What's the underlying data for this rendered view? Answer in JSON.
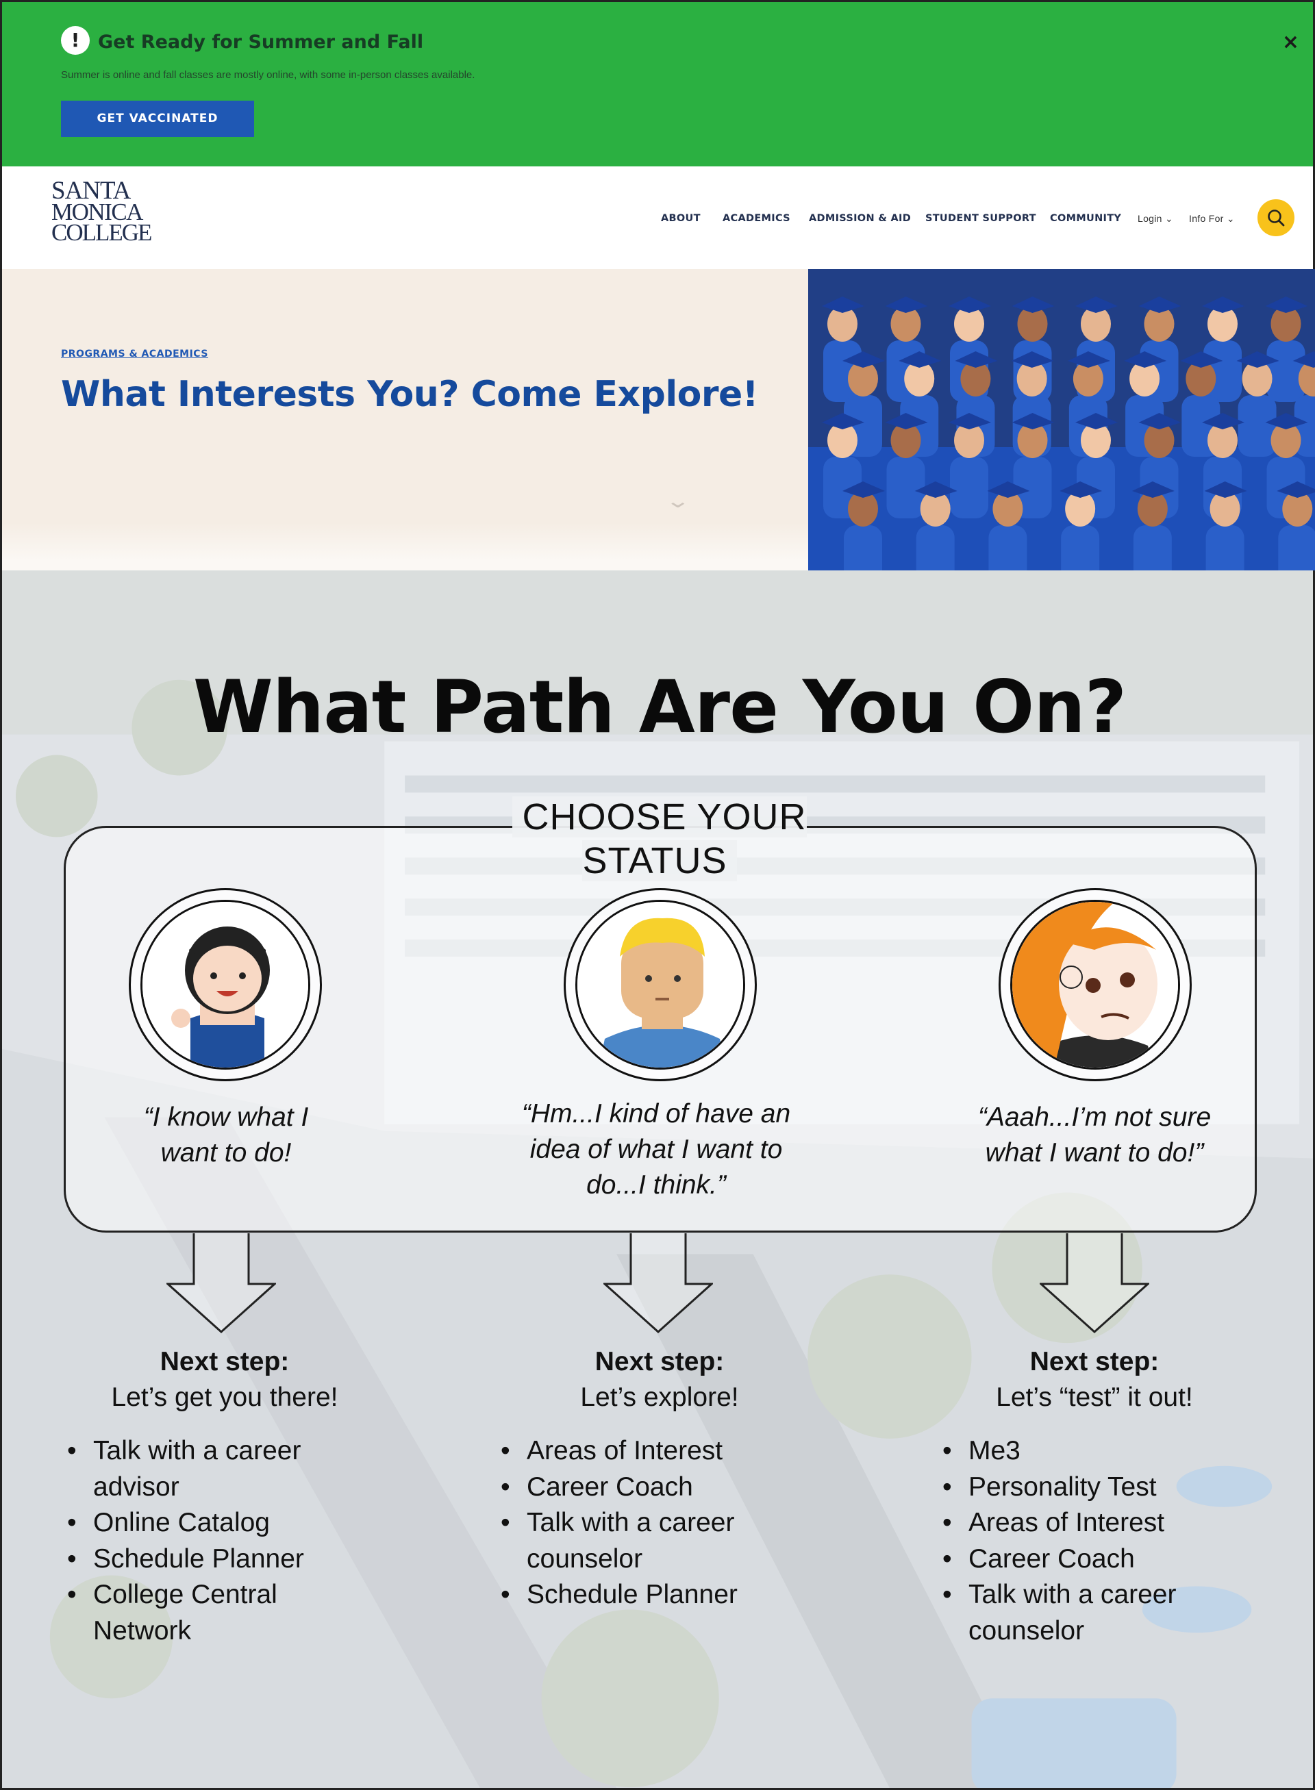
{
  "alert": {
    "icon": "!",
    "icon_name": "exclamation-icon",
    "title": "Get Ready for Summer and Fall",
    "text": "Summer is online and fall classes are mostly online, with some in-person classes available.",
    "button": "GET VACCINATED",
    "close": "×",
    "bg_color": "#2bb041",
    "button_color": "#1f58b4"
  },
  "header": {
    "logo": {
      "line1": "SANTA",
      "line2": "MONICA",
      "line3": "COLLEGE"
    },
    "nav": [
      {
        "label": "ABOUT"
      },
      {
        "label": "ACADEMICS"
      },
      {
        "label": "ADMISSION & AID"
      },
      {
        "label": "STUDENT SUPPORT"
      },
      {
        "label": "COMMUNITY"
      },
      {
        "label": "Login ⌄"
      },
      {
        "label": "Info For ⌄"
      }
    ],
    "search_icon": "search-icon",
    "accent_color": "#f8c21b"
  },
  "hero": {
    "breadcrumb": "PROGRAMS & ACADEMICS",
    "title": "What Interests You? Come Explore!",
    "chevron": "⌄",
    "title_color": "#154a9c"
  },
  "infographic": {
    "title": "What Path Are You On?",
    "status_label": "CHOOSE YOUR STATUS",
    "columns": [
      {
        "quote_line1": "“I know what I",
        "quote_line2": "want to do!",
        "step_title": "Next step:",
        "step_sub": "Let’s get you there!",
        "items": [
          "Talk with a career",
          "advisor",
          "Online Catalog",
          "Schedule Planner",
          "College Central",
          "Network"
        ]
      },
      {
        "quote_line1": "“Hm...I kind of have an",
        "quote_line2": "idea of what I want to",
        "quote_line3": "do...I think.”",
        "step_title": "Next step:",
        "step_sub": "Let’s explore!",
        "items": [
          "Areas of Interest",
          "Career Coach",
          "Talk with a career",
          "counselor",
          "Schedule Planner"
        ]
      },
      {
        "quote_line1": "“Aaah...I’m not sure",
        "quote_line2": "what I want to do!”",
        "step_title": "Next step:",
        "step_sub": "Let’s “test” it out!",
        "items": [
          "Me3",
          "Personality Test",
          "Areas of Interest",
          "Career Coach",
          "Talk with a career",
          "counselor"
        ]
      }
    ]
  }
}
